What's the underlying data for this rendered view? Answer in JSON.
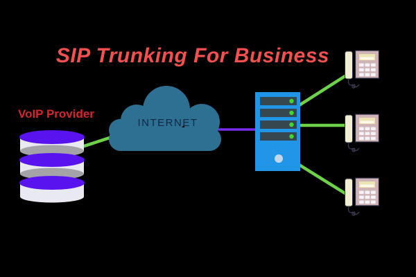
{
  "diagram": {
    "title": "SIP Trunking For Business",
    "provider_label": "VoIP Provider",
    "cloud_label": "INTERNET",
    "nodes": [
      {
        "id": "voip-provider-database",
        "type": "database",
        "label": "VoIP Provider"
      },
      {
        "id": "internet-cloud",
        "type": "cloud",
        "label": "INTERNET"
      },
      {
        "id": "sip-server",
        "type": "server",
        "slots": 4
      },
      {
        "id": "phone-1",
        "type": "desk-phone"
      },
      {
        "id": "phone-2",
        "type": "desk-phone"
      },
      {
        "id": "phone-3",
        "type": "desk-phone"
      }
    ],
    "connections": [
      {
        "from": "voip-provider-database",
        "to": "internet-cloud",
        "color": "#6dd24a"
      },
      {
        "from": "internet-cloud",
        "to": "sip-server",
        "color": "#7a2bf0"
      },
      {
        "from": "sip-server",
        "to": "phone-1",
        "color": "#6dd24a"
      },
      {
        "from": "sip-server",
        "to": "phone-2",
        "color": "#6dd24a"
      },
      {
        "from": "sip-server",
        "to": "phone-3",
        "color": "#6dd24a"
      }
    ],
    "colors": {
      "background": "#000000",
      "title": "#f3504f",
      "provider_label": "#d22731",
      "database_top": "#5813ef",
      "database_body": "#e9e9f2",
      "database_shadow": "#a3a3a8",
      "cloud": "#2d7092",
      "cloud_text": "#0d2945",
      "server": "#2196e8",
      "server_slot": "#37474f",
      "led": "#3fd82e",
      "power_button": "#c3d7ea",
      "phone_body": "#cfb3b7",
      "phone_handset": "#f2efcf",
      "phone_screen": "#ece3b2",
      "line_green": "#6dd24a",
      "line_purple": "#7a2bf0"
    }
  }
}
